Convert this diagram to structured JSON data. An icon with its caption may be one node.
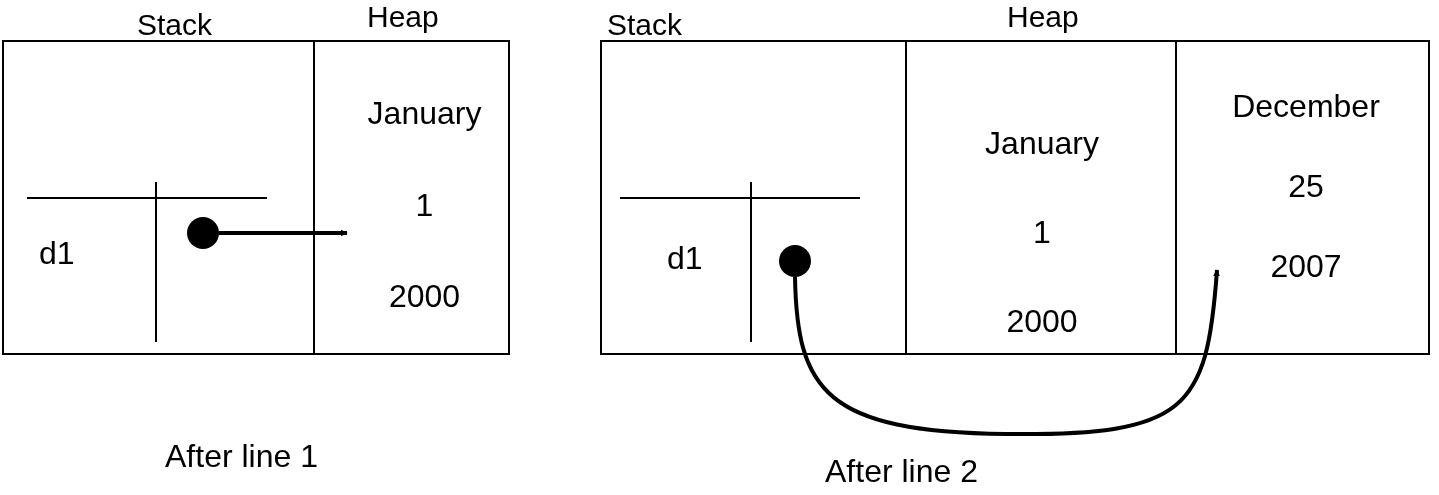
{
  "diagram": {
    "nodes": [
      {
        "text": [
          "Stack"
        ]
      },
      {
        "text": [
          "d1"
        ],
        "in": 0
      },
      {
        "text": [],
        "shape": "circle",
        "in": 0
      },
      {
        "text": [
          "Heap"
        ]
      },
      {
        "text": [
          "January",
          "1",
          "2000"
        ],
        "in": 3
      },
      {
        "text": [
          "Stack"
        ]
      },
      {
        "text": [
          "d1"
        ],
        "in": 5
      },
      {
        "text": [],
        "shape": "circle",
        "in": 5
      },
      {
        "text": [
          "Heap"
        ]
      },
      {
        "text": [
          "January",
          "1",
          "2000"
        ],
        "in": 8
      },
      {
        "text": [
          "December",
          "25",
          "2007"
        ],
        "in": 8
      }
    ],
    "edges": [
      {
        "from": 2,
        "to": 4,
        "arrow": "to"
      },
      {
        "from": 7,
        "to": 10,
        "arrow": "to"
      }
    ],
    "labels": [
      "After line 1",
      "After line 2"
    ]
  }
}
